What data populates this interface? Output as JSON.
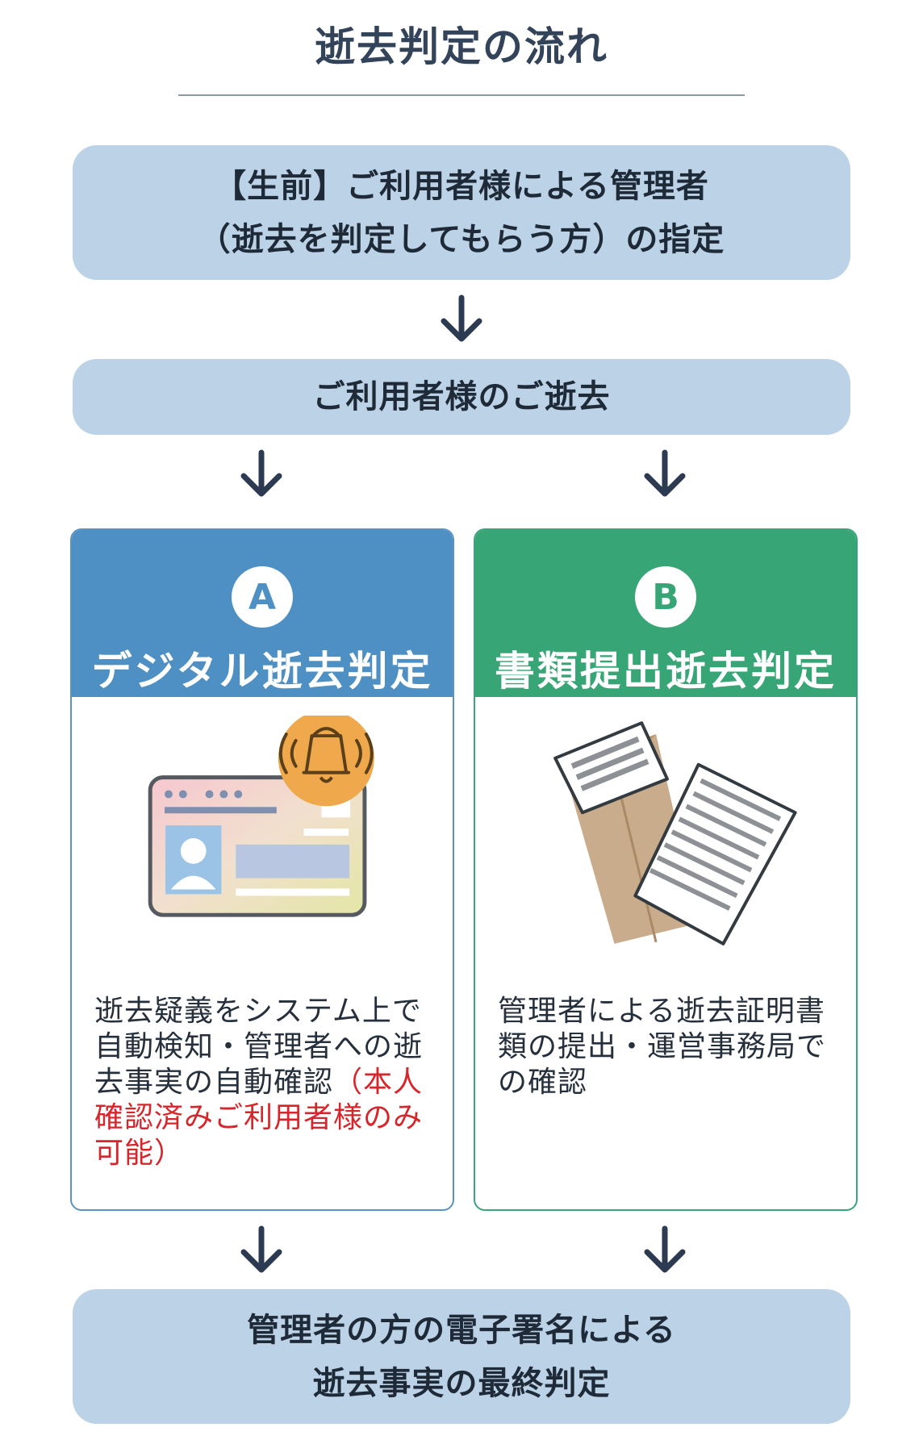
{
  "title": "逝去判定の流れ",
  "steps": {
    "designation": {
      "line1": "【生前】ご利用者様による管理者",
      "line2": "（逝去を判定してもらう方）の指定"
    },
    "death": {
      "label": "ご利用者様のご逝去"
    },
    "final": {
      "line1": "管理者の方の電子署名による",
      "line2": "逝去事実の最終判定"
    }
  },
  "option_a": {
    "badge": "A",
    "title": "デジタル逝去判定",
    "description": "逝去疑義をシステム上で自動検知・管理者への逝去事実の自動確認",
    "note": "（本人確認済みご利用者様のみ可能）",
    "illustration": "id-card-with-bell-icon"
  },
  "option_b": {
    "badge": "B",
    "title": "書類提出逝去判定",
    "description": "管理者による逝去証明書類の提出・運営事務局での確認",
    "illustration": "envelope-with-documents-icon"
  },
  "colors": {
    "step_box": "#bcd2e6",
    "option_a": "#4f90c4",
    "option_b": "#37a576",
    "note": "#d6262b",
    "arrow": "#2c3b52"
  }
}
